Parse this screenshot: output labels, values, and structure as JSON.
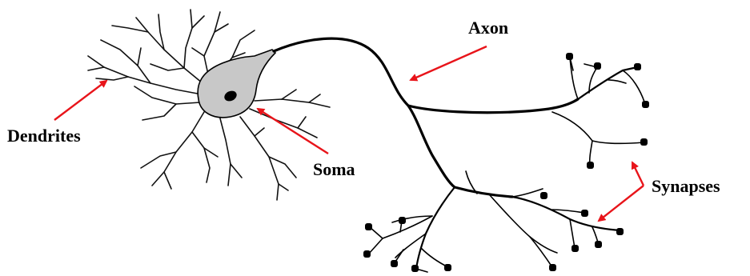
{
  "labels": {
    "axon": "Axon",
    "dendrites": "Dendrites",
    "soma": "Soma",
    "synapses": "Synapses"
  },
  "colors": {
    "arrow": "#e8141a",
    "soma_fill": "#c8c8c8",
    "nucleus": "#000000",
    "lines": "#000000"
  }
}
